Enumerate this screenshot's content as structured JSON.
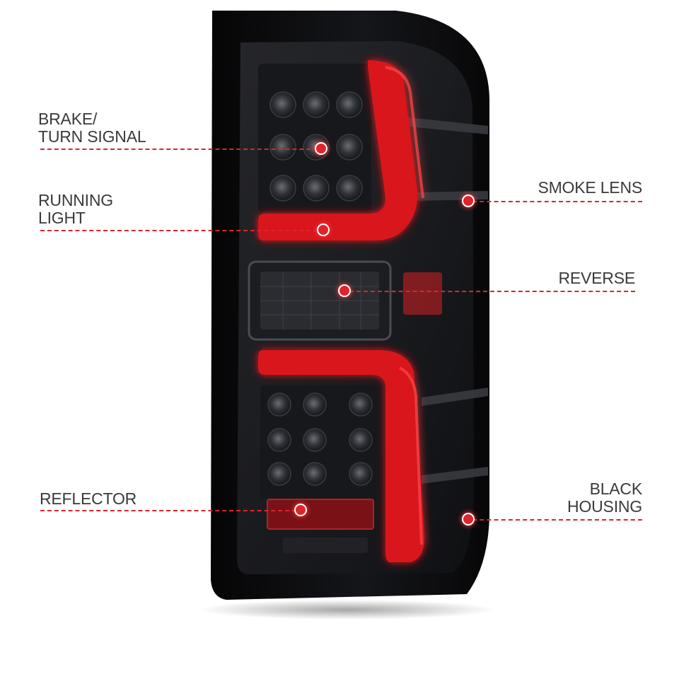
{
  "colors": {
    "accent": "#d9262c",
    "housing": "#0b0b0d",
    "light_bar": "#d8121b",
    "label_text": "#3a3a3a"
  },
  "callouts": {
    "brake_turn_signal": "BRAKE/\nTURN SIGNAL",
    "running_light": "RUNNING\nLIGHT",
    "reflector": "REFLECTOR",
    "smoke_lens": "SMOKE LENS",
    "reverse": "REVERSE",
    "black_housing": "BLACK\nHOUSING"
  }
}
